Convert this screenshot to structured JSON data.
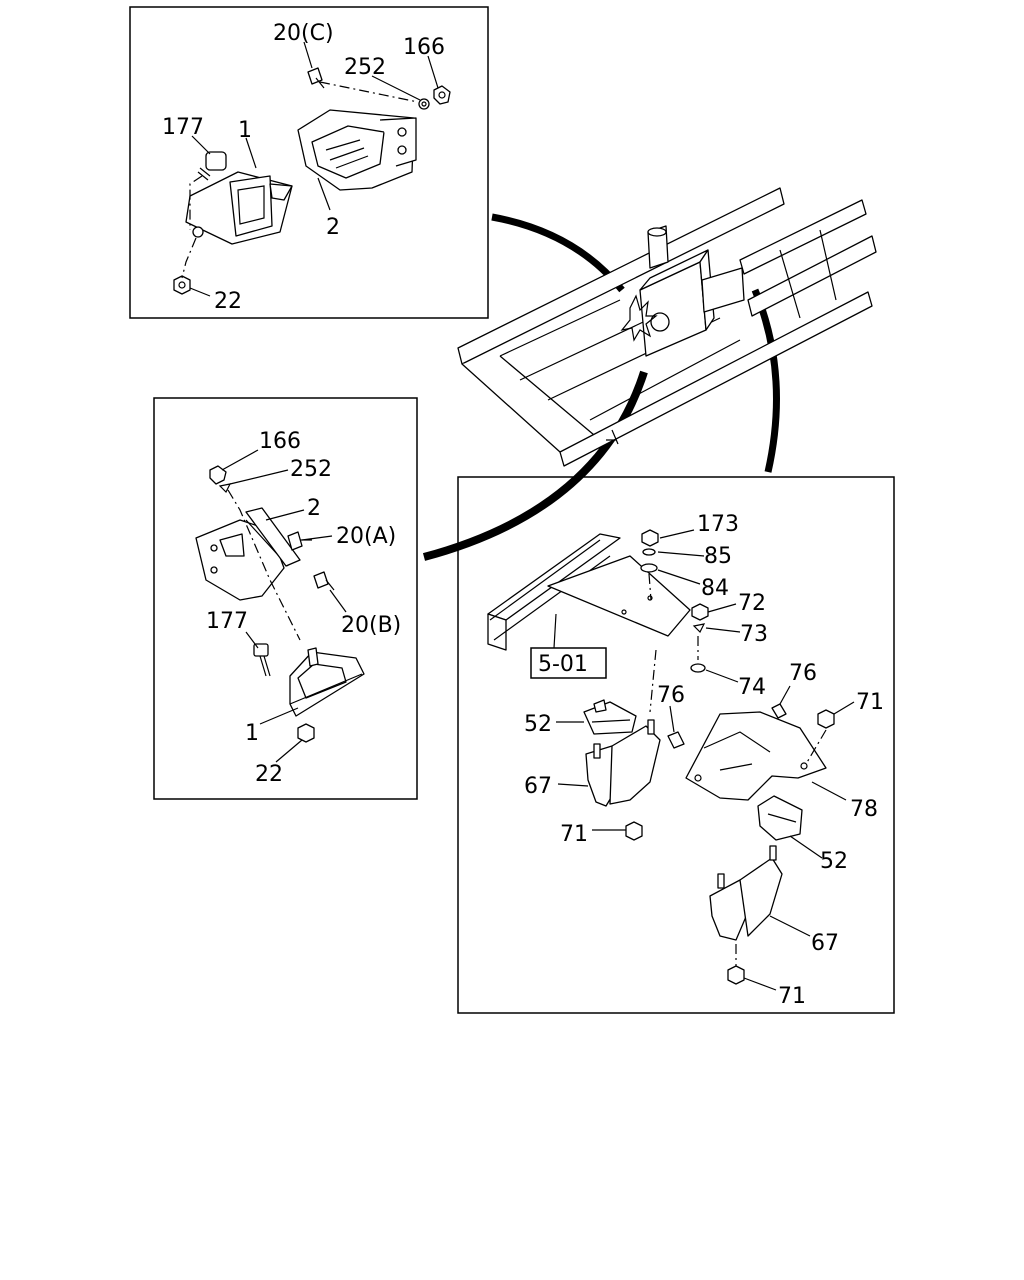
{
  "callouts": {
    "a_20c": "20(C)",
    "a_252": "252",
    "a_166": "166",
    "a_177": "177",
    "a_1": "1",
    "a_2": "2",
    "a_22": "22",
    "b_166": "166",
    "b_252": "252",
    "b_2": "2",
    "b_20a": "20(A)",
    "b_20b": "20(B)",
    "b_177": "177",
    "b_1": "1",
    "b_22": "22",
    "c_173": "173",
    "c_85": "85",
    "c_84": "84",
    "c_72": "72",
    "c_73": "73",
    "c_501": "5-01",
    "c_74": "74",
    "c_76a": "76",
    "c_76b": "76",
    "c_71a": "71",
    "c_52a": "52",
    "c_67a": "67",
    "c_78": "78",
    "c_71b": "71",
    "c_52b": "52",
    "c_67b": "67",
    "c_71c": "71"
  },
  "icons": [
    "frame-chassis-icon",
    "engine-mount-bracket-icon",
    "bolt-icon",
    "nut-icon",
    "washer-icon",
    "rubber-mount-icon",
    "bracket-icon"
  ]
}
